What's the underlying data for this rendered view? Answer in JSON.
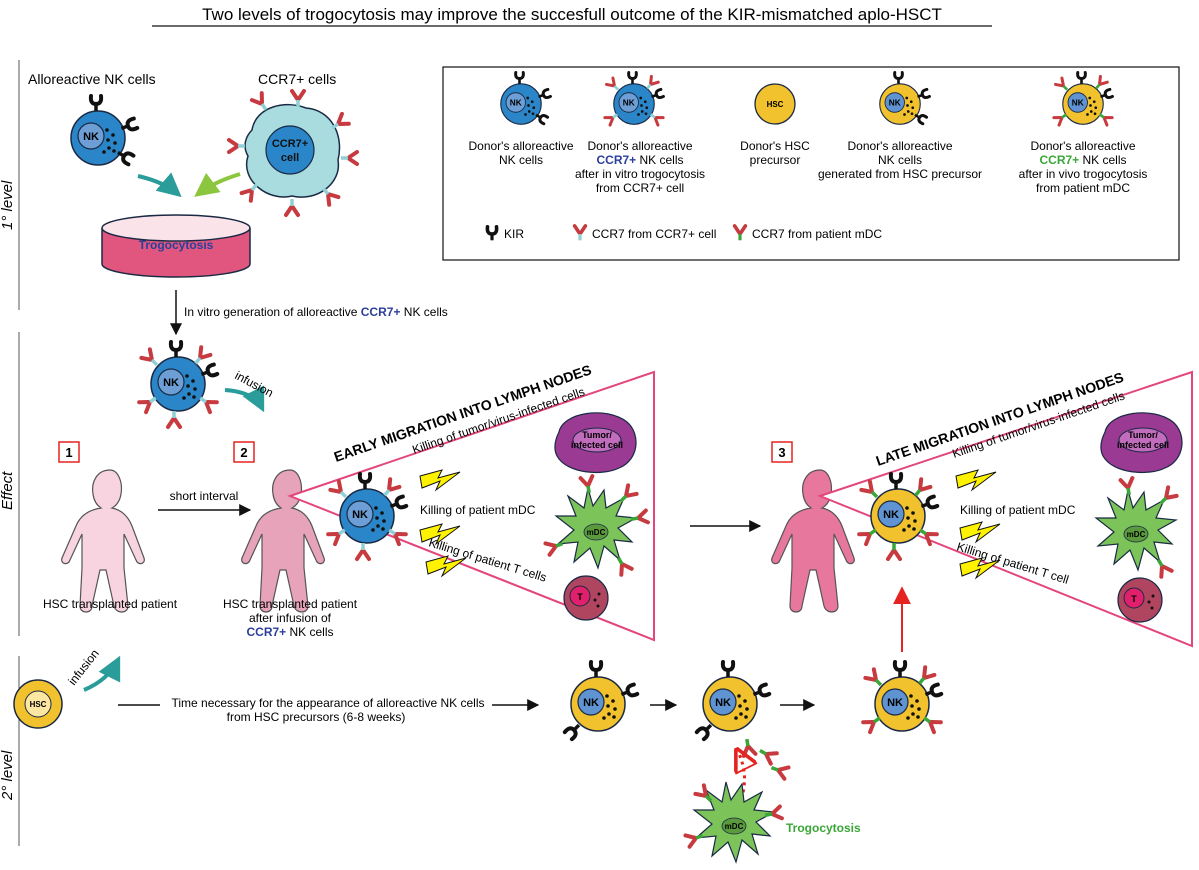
{
  "title": "Two levels of trogocytosis may improve the succesfull outcome of the KIR-mismatched aplo-HSCT",
  "levels": {
    "first": "1° level",
    "effect": "Effect",
    "second": "2° level"
  },
  "first_level": {
    "nk_label": "Alloreactive  NK cells",
    "ccr7_label": "CCR7+ cells",
    "nk_cell_text": "NK",
    "ccr7_cell_line1": "CCR7+",
    "ccr7_cell_line2": "cell",
    "dish_label": "Trogocytosis",
    "vitro_pre": "In vitro generation of alloreactive ",
    "vitro_hl": "CCR7+",
    "vitro_post": " NK cells"
  },
  "legend": {
    "items": [
      {
        "cell": "NK",
        "lines": [
          "Donor's alloreactive",
          "NK cells"
        ]
      },
      {
        "cell": "NK",
        "lines": [
          "Donor's alloreactive",
          "CCR7+|NK cells",
          "after in vitro trogocytosis",
          "from CCR7+ cell"
        ]
      },
      {
        "cell": "HSC",
        "lines": [
          "Donor's HSC",
          "precursor"
        ]
      },
      {
        "cell": "NK",
        "lines": [
          "Donor's alloreactive",
          "NK cells",
          "generated from HSC precursor"
        ]
      },
      {
        "cell": "NK",
        "lines": [
          "Donor's alloreactive",
          "CCR7+|NK cells",
          "after in vivo trogocytosis",
          "from patient mDC"
        ]
      }
    ],
    "kir": "KIR",
    "ccr7_from_cell": "CCR7 from CCR7+ cell",
    "ccr7_from_mdc": "CCR7 from patient mDC"
  },
  "effect": {
    "infusion": "infusion",
    "steps": [
      "1",
      "2",
      "3"
    ],
    "short_interval": "short interval",
    "patient1": "HSC transplanted patient",
    "patient2_l1": "HSC transplanted patient",
    "patient2_l2": "after infusion of",
    "patient2_l3_hl": "CCR7+",
    "patient2_l3_post": " NK cells",
    "early_title": "EARLY MIGRATION INTO LYMPH NODES",
    "late_title": "LATE MIGRATION INTO LYMPH NODES",
    "kill_tumor": "Killing of tumor/virus-infected cells",
    "kill_mdc": "Killing of patient mDC",
    "kill_t_early": "Killing of patient T cells",
    "kill_t_late": "Killing of patient T cell",
    "tumor_l1": "Tumor/",
    "tumor_l2": "infected cell",
    "mdc": "mDC",
    "t": "T"
  },
  "second_level": {
    "hsc": "HSC",
    "infusion": "infusion",
    "time_l1": "Time necessary for the appearance of alloreactive NK cells",
    "time_l2": "from HSC precursors (6-8 weeks)",
    "nk": "NK",
    "mdc": "mDC",
    "trogocytosis": "Trogocytosis"
  },
  "colors": {
    "nk_blue": "#2a86c8",
    "nk_nucleus": "#6d9fd6",
    "hsc_yellow": "#f2c12e",
    "ccr7_cell": "#a9dcdf",
    "dish_pink": "#e0567f",
    "wedge_pink": "#e3467d",
    "tumor_purple": "#9a3a93",
    "mdc_green": "#7cc35a",
    "t_red": "#b0455f",
    "accent_blue": "#2b3f9b",
    "accent_green": "#3aa637"
  }
}
